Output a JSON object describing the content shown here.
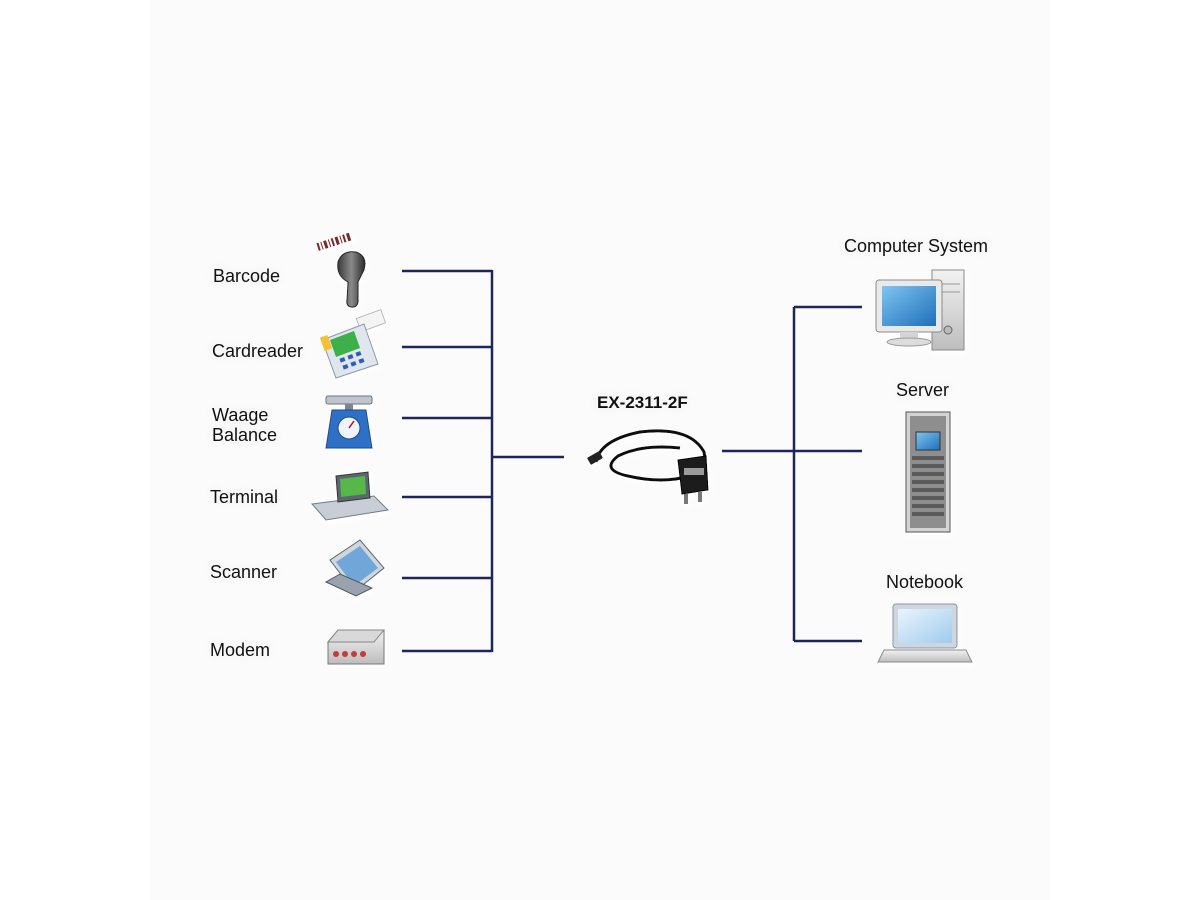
{
  "diagram": {
    "product": "EX-2311-2F",
    "peripherals": [
      {
        "id": "barcode",
        "label": "Barcode",
        "icon": "barcode-scanner-icon"
      },
      {
        "id": "cardreader",
        "label": "Cardreader",
        "icon": "card-reader-icon"
      },
      {
        "id": "scale",
        "label_line1": "Waage",
        "label_line2": "Balance",
        "icon": "scale-icon"
      },
      {
        "id": "terminal",
        "label": "Terminal",
        "icon": "terminal-icon"
      },
      {
        "id": "scanner",
        "label": "Scanner",
        "icon": "flatbed-scanner-icon"
      },
      {
        "id": "modem",
        "label": "Modem",
        "icon": "modem-icon"
      }
    ],
    "hosts": [
      {
        "id": "computer",
        "label": "Computer System",
        "icon": "desktop-computer-icon"
      },
      {
        "id": "server",
        "label": "Server",
        "icon": "server-rack-icon"
      },
      {
        "id": "notebook",
        "label": "Notebook",
        "icon": "laptop-icon"
      }
    ],
    "colors": {
      "line": "#1f2459",
      "background": "#ffffff"
    }
  }
}
